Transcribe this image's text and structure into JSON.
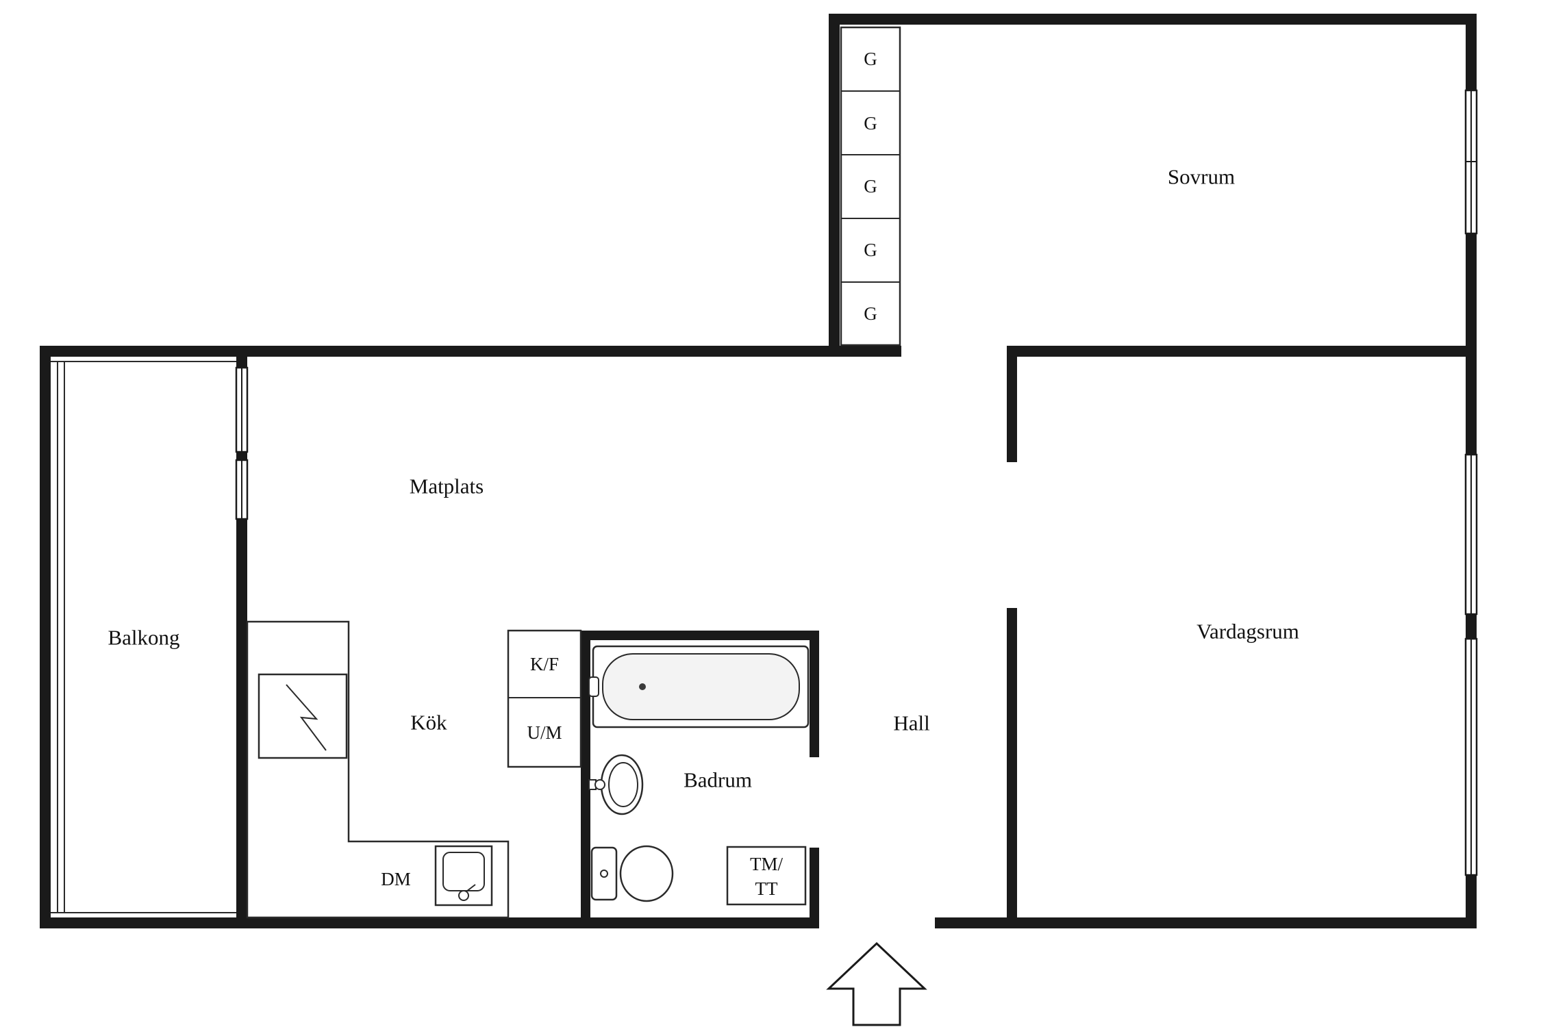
{
  "rooms": {
    "sovrum": {
      "label": "Sovrum"
    },
    "matplats": {
      "label": "Matplats"
    },
    "balkong": {
      "label": "Balkong"
    },
    "kok": {
      "label": "Kök"
    },
    "badrum": {
      "label": "Badrum"
    },
    "hall": {
      "label": "Hall"
    },
    "vardagsrum": {
      "label": "Vardagsrum"
    }
  },
  "fixtures": {
    "wardrobes": [
      "G",
      "G",
      "G",
      "G",
      "G"
    ],
    "fridge_freezer": {
      "label": "K/F"
    },
    "oven_microwave": {
      "label": "U/M"
    },
    "dishwasher": {
      "label": "DM"
    },
    "washer_dryer": {
      "line1": "TM/",
      "line2": "TT"
    }
  },
  "colors": {
    "wall": "#1a1a1a",
    "thin_line": "#2a2a2a",
    "background": "#ffffff",
    "fixture_fill": "#f3f3f3"
  }
}
